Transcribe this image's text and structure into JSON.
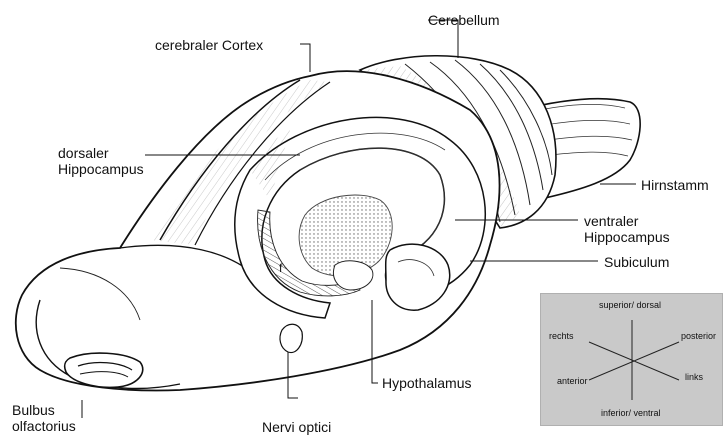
{
  "labels": {
    "cerebellum": "Cerebellum",
    "cortex": "cerebraler Cortex",
    "dorsal_hippocampus": [
      "dorsaler",
      "Hippocampus"
    ],
    "brainstem": "Hirnstamm",
    "ventral_hippocampus": [
      "ventraler",
      "Hippocampus"
    ],
    "subiculum": "Subiculum",
    "hypothalamus": "Hypothalamus",
    "olfactory_bulb": [
      "Bulbus",
      "olfactorius"
    ],
    "optic_nerves": "Nervi optici",
    "fornix_mark": "f"
  },
  "orientation": {
    "superior": "superior/ dorsal",
    "posterior": "posterior",
    "right": "rechts",
    "anterior": "anterior",
    "left": "links",
    "inferior": "inferior/ ventral"
  }
}
